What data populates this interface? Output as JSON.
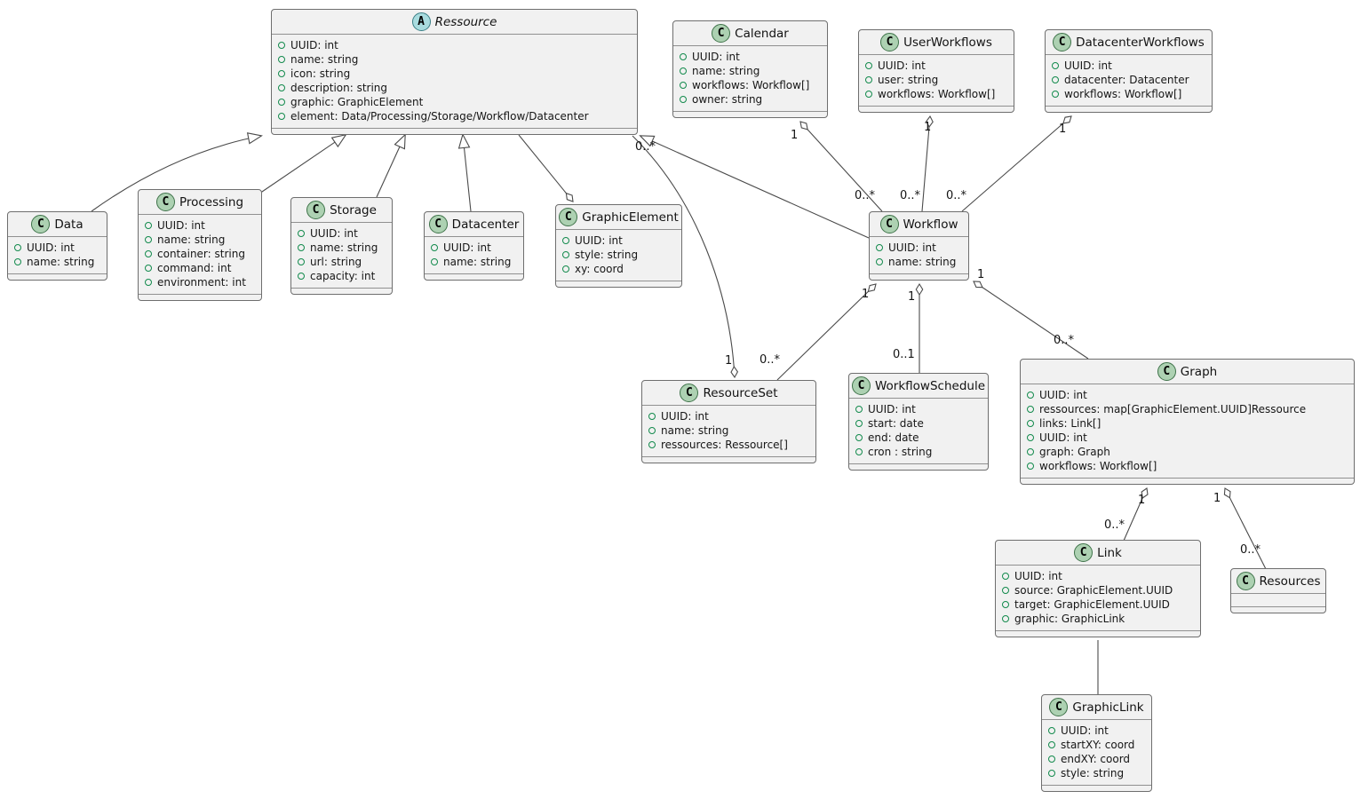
{
  "diagram_type": "uml-class-diagram",
  "colors": {
    "box_fill": "#f1f1f1",
    "box_border": "#6e6e6e",
    "line": "#4a4a4a",
    "class_icon_fill": "#add1b2",
    "abstract_icon_fill": "#a9dcdf",
    "field_icon": "#128a4c"
  },
  "classes": [
    {
      "icon_letter": "A",
      "name": "Ressource",
      "abstract": true,
      "attributes": [
        "UUID: int",
        "name: string",
        "icon: string",
        "description: string",
        "graphic: GraphicElement",
        "element: Data/Processing/Storage/Workflow/Datacenter"
      ]
    },
    {
      "icon_letter": "C",
      "name": "Data",
      "abstract": false,
      "attributes": [
        "UUID: int",
        "name: string"
      ]
    },
    {
      "icon_letter": "C",
      "name": "Processing",
      "abstract": false,
      "attributes": [
        "UUID: int",
        "name: string",
        "container: string",
        "command: int",
        "environment: int"
      ]
    },
    {
      "icon_letter": "C",
      "name": "Storage",
      "abstract": false,
      "attributes": [
        "UUID: int",
        "name: string",
        "url: string",
        "capacity: int"
      ]
    },
    {
      "icon_letter": "C",
      "name": "Datacenter",
      "abstract": false,
      "attributes": [
        "UUID: int",
        "name: string"
      ]
    },
    {
      "icon_letter": "C",
      "name": "GraphicElement",
      "abstract": false,
      "attributes": [
        "UUID: int",
        "style: string",
        "xy: coord"
      ]
    },
    {
      "icon_letter": "C",
      "name": "Calendar",
      "abstract": false,
      "attributes": [
        "UUID: int",
        "name: string",
        "workflows: Workflow[]",
        "owner: string"
      ]
    },
    {
      "icon_letter": "C",
      "name": "UserWorkflows",
      "abstract": false,
      "attributes": [
        "UUID: int",
        "user: string",
        "workflows: Workflow[]"
      ]
    },
    {
      "icon_letter": "C",
      "name": "DatacenterWorkflows",
      "abstract": false,
      "attributes": [
        "UUID: int",
        "datacenter: Datacenter",
        "workflows: Workflow[]"
      ]
    },
    {
      "icon_letter": "C",
      "name": "Workflow",
      "abstract": false,
      "attributes": [
        "UUID: int",
        "name: string"
      ]
    },
    {
      "icon_letter": "C",
      "name": "ResourceSet",
      "abstract": false,
      "attributes": [
        "UUID: int",
        "name: string",
        "ressources: Ressource[]"
      ]
    },
    {
      "icon_letter": "C",
      "name": "WorkflowSchedule",
      "abstract": false,
      "attributes": [
        "UUID: int",
        "start: date",
        "end: date",
        "cron : string"
      ]
    },
    {
      "icon_letter": "C",
      "name": "Graph",
      "abstract": false,
      "attributes": [
        "UUID: int",
        "ressources: map[GraphicElement.UUID]Ressource",
        "links: Link[]",
        "UUID: int",
        "graph: Graph",
        "workflows: Workflow[]"
      ]
    },
    {
      "icon_letter": "C",
      "name": "Link",
      "abstract": false,
      "attributes": [
        "UUID: int",
        "source: GraphicElement.UUID",
        "target: GraphicElement.UUID",
        "graphic: GraphicLink"
      ]
    },
    {
      "icon_letter": "C",
      "name": "Resources",
      "abstract": false,
      "attributes": []
    },
    {
      "icon_letter": "C",
      "name": "GraphicLink",
      "abstract": false,
      "attributes": [
        "UUID: int",
        "startXY: coord",
        "endXY: coord",
        "style: string"
      ]
    }
  ],
  "edges": [
    {
      "from": "Data",
      "to": "Ressource",
      "type": "inheritance"
    },
    {
      "from": "Processing",
      "to": "Ressource",
      "type": "inheritance"
    },
    {
      "from": "Storage",
      "to": "Ressource",
      "type": "inheritance"
    },
    {
      "from": "Datacenter",
      "to": "Ressource",
      "type": "inheritance"
    },
    {
      "from": "Workflow",
      "to": "Ressource",
      "type": "inheritance"
    },
    {
      "whole": "GraphicElement",
      "part": "Ressource",
      "type": "aggregation",
      "whole_mult": "",
      "part_mult": ""
    },
    {
      "whole": "Calendar",
      "part": "Workflow",
      "type": "aggregation",
      "whole_mult": "1",
      "part_mult": "0..*"
    },
    {
      "whole": "UserWorkflows",
      "part": "Workflow",
      "type": "aggregation",
      "whole_mult": "1",
      "part_mult": "0..*"
    },
    {
      "whole": "DatacenterWorkflows",
      "part": "Workflow",
      "type": "aggregation",
      "whole_mult": "1",
      "part_mult": "0..*"
    },
    {
      "whole": "ResourceSet",
      "part": "Ressource",
      "type": "aggregation",
      "whole_mult": "1",
      "part_mult": "0..*"
    },
    {
      "whole": "Workflow",
      "part": "ResourceSet",
      "type": "aggregation",
      "whole_mult": "1",
      "part_mult": "0..*"
    },
    {
      "whole": "Workflow",
      "part": "WorkflowSchedule",
      "type": "aggregation",
      "whole_mult": "1",
      "part_mult": "0..1"
    },
    {
      "whole": "Workflow",
      "part": "Graph",
      "type": "aggregation",
      "whole_mult": "1",
      "part_mult": "0..*"
    },
    {
      "whole": "Graph",
      "part": "Link",
      "type": "aggregation",
      "whole_mult": "1",
      "part_mult": "0..*"
    },
    {
      "whole": "Graph",
      "part": "Resources",
      "type": "aggregation",
      "whole_mult": "1",
      "part_mult": "0..*"
    },
    {
      "from": "Link",
      "to": "GraphicLink",
      "type": "association"
    }
  ]
}
